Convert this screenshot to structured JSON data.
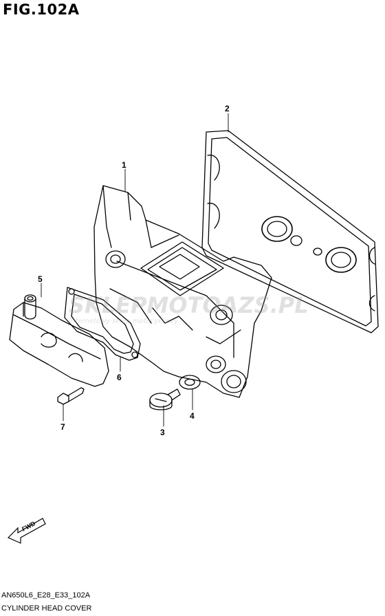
{
  "figure": {
    "title": "FIG.102A",
    "model_code": "AN650L6_E28_E33_102A",
    "part_group_name": "CYLINDER HEAD COVER"
  },
  "callouts": [
    "1",
    "2",
    "3",
    "4",
    "5",
    "6",
    "7"
  ],
  "direction_marker": "FWD",
  "watermark": {
    "brand": "SKLEPMOTOAZS.PL",
    "tagline": "Internetowy sklep motocyklowy"
  }
}
